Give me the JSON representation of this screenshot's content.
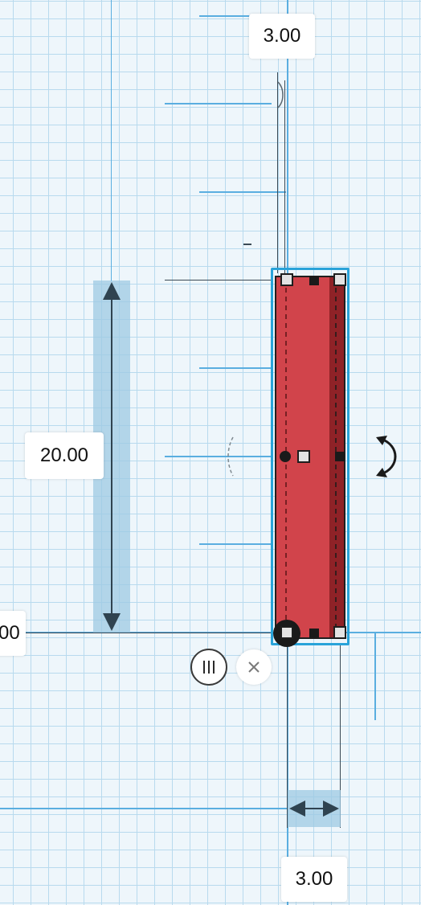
{
  "dimensions": {
    "top_width": "3.00",
    "height": "20.00",
    "bottom_width": "3.00",
    "left_partial": "00"
  },
  "controls": {
    "snap_icon": "snap-grid-icon",
    "close_icon": "close-icon",
    "rotate_icon": "rotate-arrow-icon"
  },
  "colors": {
    "shape_fill": "#d1444b",
    "shape_dark": "#8f2227",
    "selection_outline": "#29a3d9",
    "dimension_band": "#9ec9e3"
  }
}
